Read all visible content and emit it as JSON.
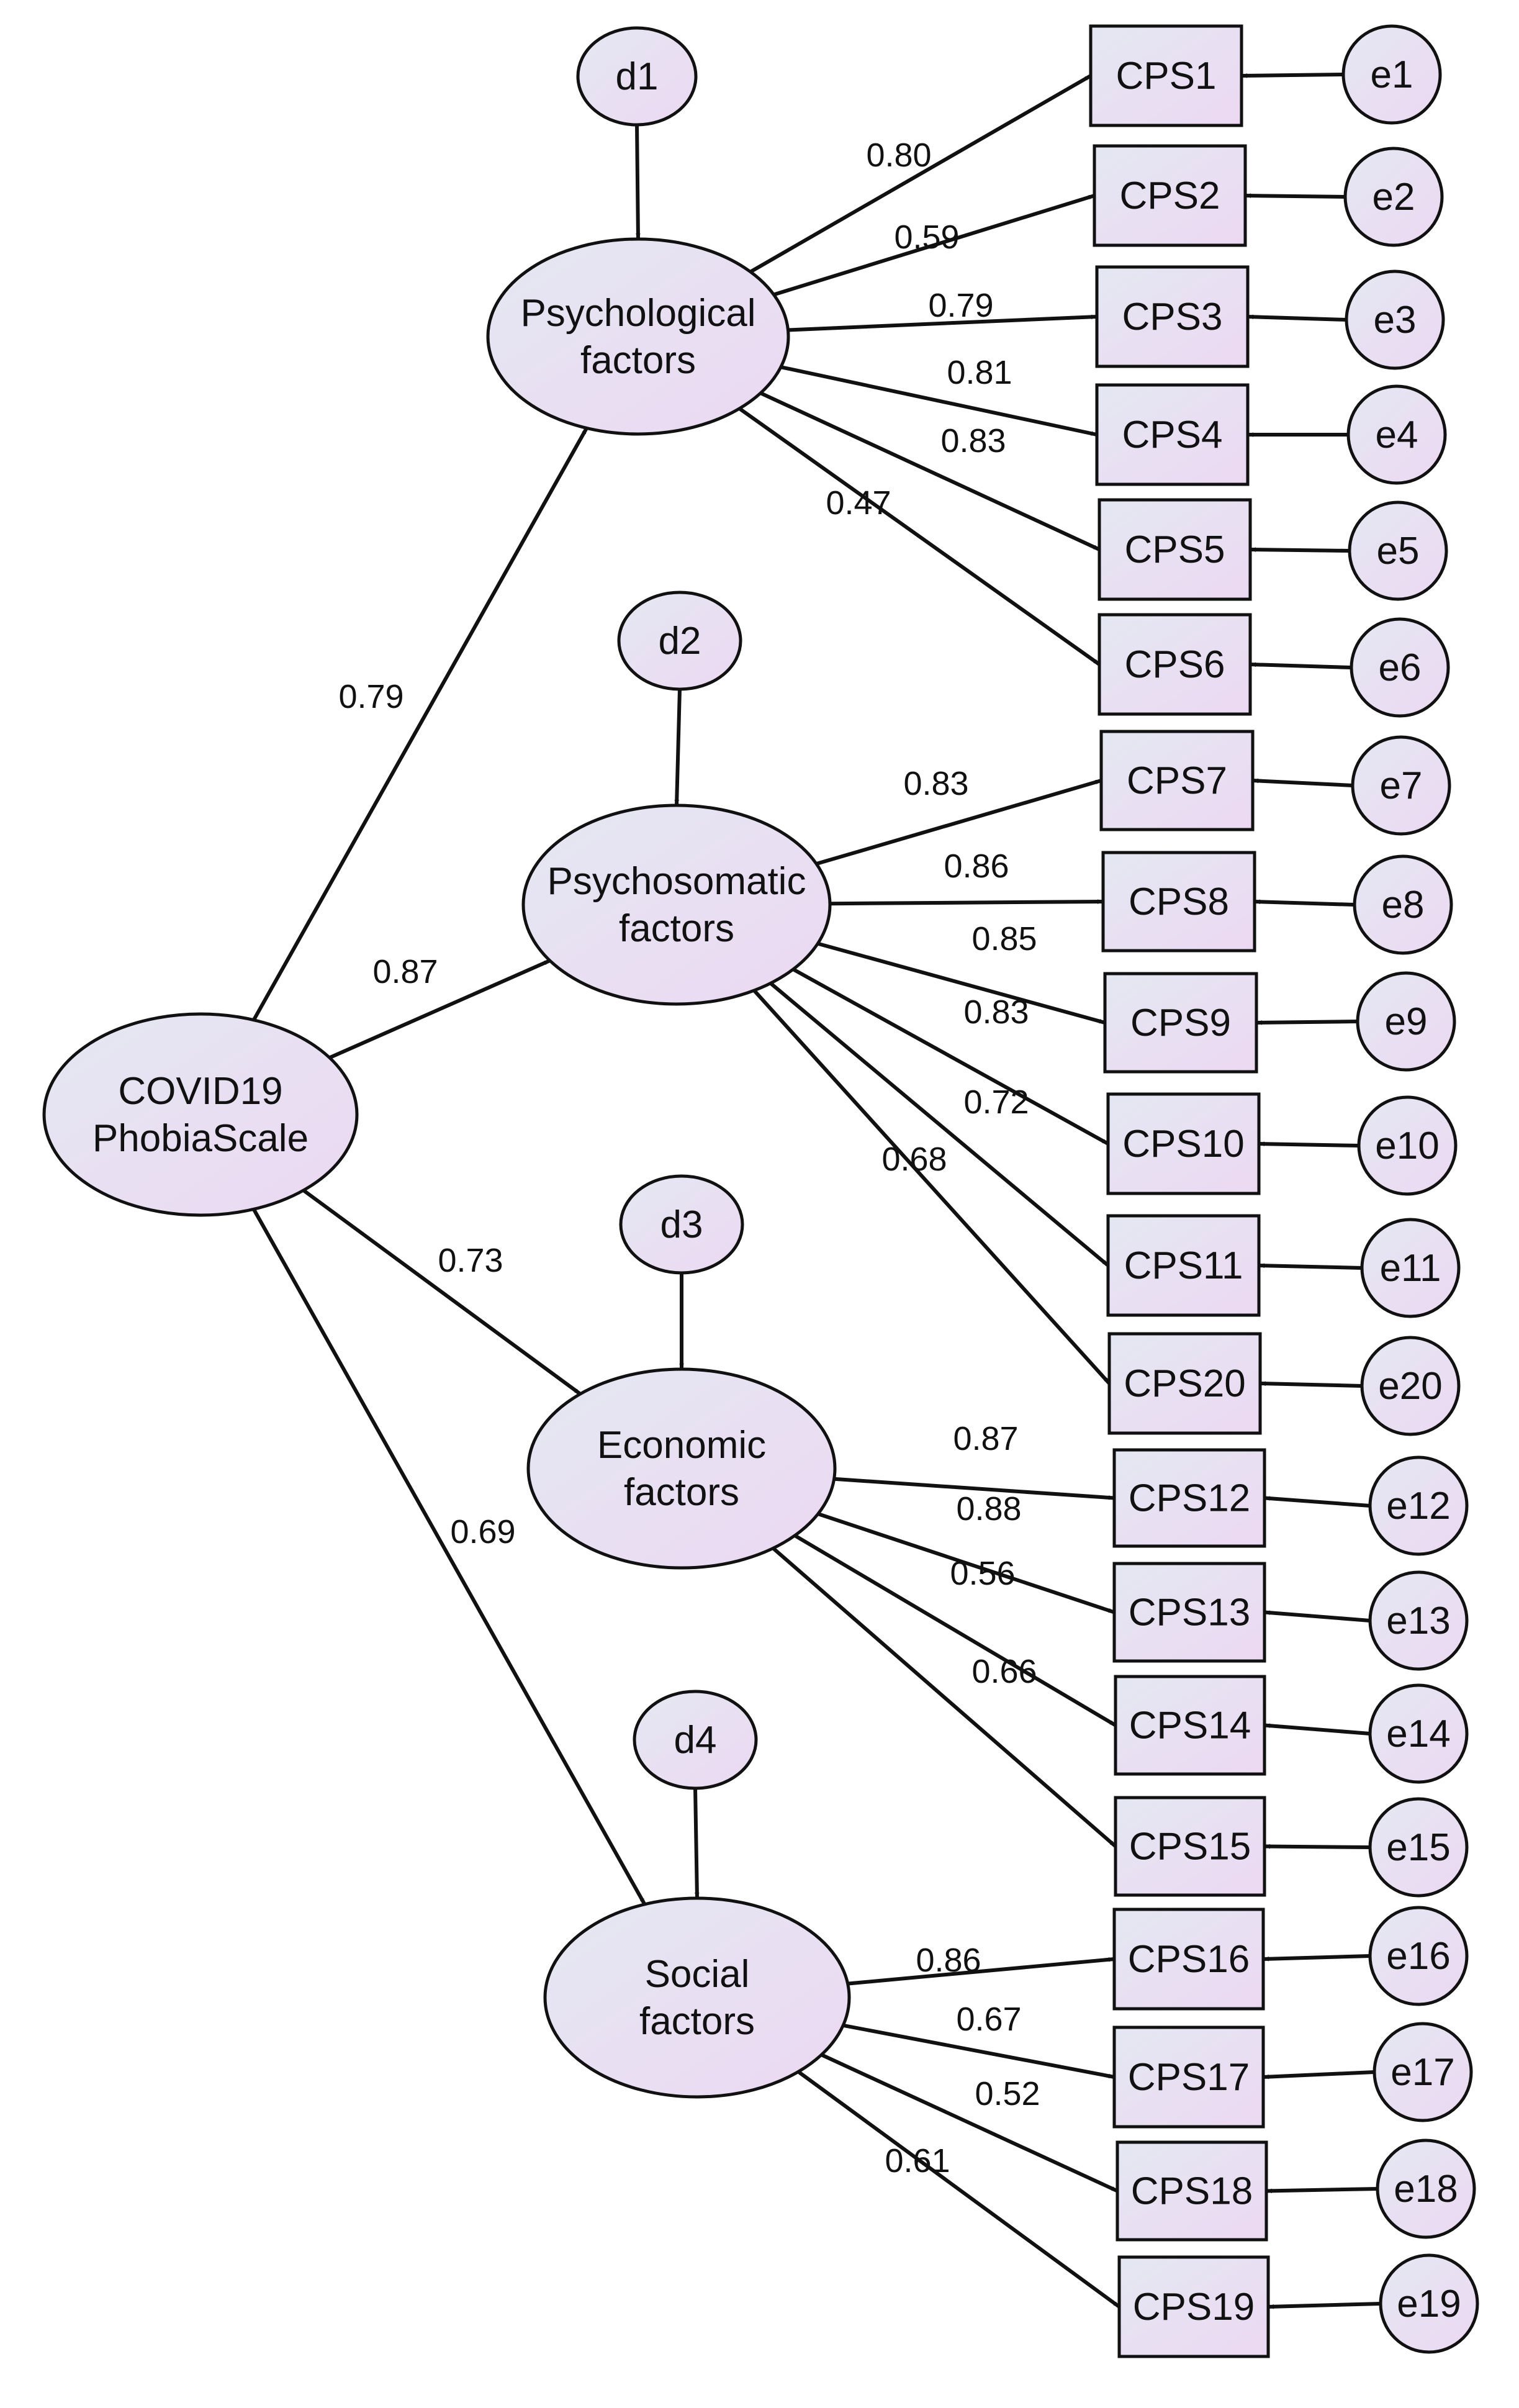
{
  "colors": {
    "fill_light": "#e4e8f2",
    "fill_accent": "#ecd8f2",
    "stroke": "#111111"
  },
  "latents": [
    {
      "id": "covid",
      "lines": [
        "COVID19",
        "PhobiaScale"
      ]
    },
    {
      "id": "psych",
      "lines": [
        "Psychological",
        "factors"
      ]
    },
    {
      "id": "psom",
      "lines": [
        "Psychosomatic",
        "factors"
      ]
    },
    {
      "id": "econ",
      "lines": [
        "Economic",
        "factors"
      ]
    },
    {
      "id": "social",
      "lines": [
        "Social",
        "factors"
      ]
    }
  ],
  "disturbances": [
    {
      "id": "d1",
      "label": "d1",
      "target": "psych"
    },
    {
      "id": "d2",
      "label": "d2",
      "target": "psom"
    },
    {
      "id": "d3",
      "label": "d3",
      "target": "econ"
    },
    {
      "id": "d4",
      "label": "d4",
      "target": "social"
    }
  ],
  "structural_paths": [
    {
      "from": "covid",
      "to": "psych",
      "value": "0.79"
    },
    {
      "from": "covid",
      "to": "psom",
      "value": "0.87"
    },
    {
      "from": "covid",
      "to": "econ",
      "value": "0.73"
    },
    {
      "from": "covid",
      "to": "social",
      "value": "0.69"
    }
  ],
  "indicators": [
    {
      "id": "CPS1",
      "label": "CPS1",
      "factor": "psych",
      "loading": "0.80",
      "error": "e1"
    },
    {
      "id": "CPS2",
      "label": "CPS2",
      "factor": "psych",
      "loading": "0.59",
      "error": "e2"
    },
    {
      "id": "CPS3",
      "label": "CPS3",
      "factor": "psych",
      "loading": "0.79",
      "error": "e3"
    },
    {
      "id": "CPS4",
      "label": "CPS4",
      "factor": "psych",
      "loading": "0.81",
      "error": "e4"
    },
    {
      "id": "CPS5",
      "label": "CPS5",
      "factor": "psych",
      "loading": "0.83",
      "error": "e5"
    },
    {
      "id": "CPS6",
      "label": "CPS6",
      "factor": "psych",
      "loading": "0.47",
      "error": "e6"
    },
    {
      "id": "CPS7",
      "label": "CPS7",
      "factor": "psom",
      "loading": "0.83",
      "error": "e7"
    },
    {
      "id": "CPS8",
      "label": "CPS8",
      "factor": "psom",
      "loading": "0.86",
      "error": "e8"
    },
    {
      "id": "CPS9",
      "label": "CPS9",
      "factor": "psom",
      "loading": "0.85",
      "error": "e9"
    },
    {
      "id": "CPS10",
      "label": "CPS10",
      "factor": "psom",
      "loading": "0.83",
      "error": "e10"
    },
    {
      "id": "CPS11",
      "label": "CPS11",
      "factor": "psom",
      "loading": "0.72",
      "error": "e11"
    },
    {
      "id": "CPS20",
      "label": "CPS20",
      "factor": "psom",
      "loading": "0.68",
      "error": "e20"
    },
    {
      "id": "CPS12",
      "label": "CPS12",
      "factor": "econ",
      "loading": "0.87",
      "error": "e12"
    },
    {
      "id": "CPS13",
      "label": "CPS13",
      "factor": "econ",
      "loading": "0.88",
      "error": "e13"
    },
    {
      "id": "CPS14",
      "label": "CPS14",
      "factor": "econ",
      "loading": "0.56",
      "error": "e14"
    },
    {
      "id": "CPS15",
      "label": "CPS15",
      "factor": "econ",
      "loading": "0.66",
      "error": "e15"
    },
    {
      "id": "CPS16",
      "label": "CPS16",
      "factor": "social",
      "loading": "0.86",
      "error": "e16"
    },
    {
      "id": "CPS17",
      "label": "CPS17",
      "factor": "social",
      "loading": "0.67",
      "error": "e17"
    },
    {
      "id": "CPS18",
      "label": "CPS18",
      "factor": "social",
      "loading": "0.52",
      "error": "e18"
    },
    {
      "id": "CPS19",
      "label": "CPS19",
      "factor": "social",
      "loading": "0.61",
      "error": "e19"
    }
  ]
}
